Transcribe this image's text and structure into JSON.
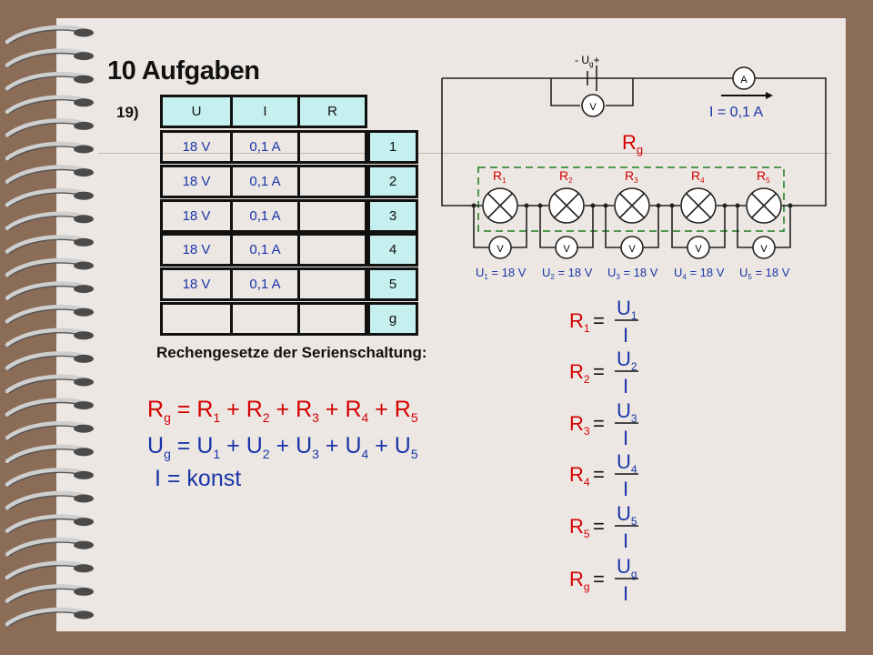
{
  "title": "10 Aufgaben",
  "task_number": "19)",
  "table": {
    "headers": [
      "U",
      "I",
      "R"
    ],
    "rows": [
      {
        "u": "18 V",
        "i": "0,1 A",
        "r": "",
        "n": "1"
      },
      {
        "u": "18 V",
        "i": "0,1 A",
        "r": "",
        "n": "2"
      },
      {
        "u": "18 V",
        "i": "0,1 A",
        "r": "",
        "n": "3"
      },
      {
        "u": "18 V",
        "i": "0,1 A",
        "r": "",
        "n": "4"
      },
      {
        "u": "18 V",
        "i": "0,1 A",
        "r": "",
        "n": "5"
      },
      {
        "u": "",
        "i": "",
        "r": "",
        "n": "g"
      }
    ]
  },
  "subtitle": "Rechengesetze der Serienschaltung:",
  "circuit": {
    "source_label": "U",
    "source_sub": "g",
    "minus": "-",
    "plus": "+",
    "ammeter": "A",
    "voltmeter": "V",
    "current": "I = 0,1 A",
    "rg": "R",
    "rg_sub": "g",
    "resistors": [
      {
        "name": "R",
        "sub": "1",
        "voltage": "U",
        "vsub": "1",
        "value": " = 18 V"
      },
      {
        "name": "R",
        "sub": "2",
        "voltage": "U",
        "vsub": "2",
        "value": " = 18 V"
      },
      {
        "name": "R",
        "sub": "3",
        "voltage": "U",
        "vsub": "3",
        "value": " = 18 V"
      },
      {
        "name": "R",
        "sub": "4",
        "voltage": "U",
        "vsub": "4",
        "value": " = 18 V"
      },
      {
        "name": "R",
        "sub": "5",
        "voltage": "U",
        "vsub": "5",
        "value": " = 18 V"
      }
    ]
  },
  "laws": {
    "rg": {
      "lhs": "R",
      "lhs_sub": "g",
      "eq": "=",
      "terms": [
        {
          "s": "R",
          "sub": "1"
        },
        {
          "s": "R",
          "sub": "2"
        },
        {
          "s": "R",
          "sub": "3"
        },
        {
          "s": "R",
          "sub": "4"
        },
        {
          "s": "R",
          "sub": "5"
        }
      ],
      "plus": "+"
    },
    "ug": {
      "lhs": "U",
      "lhs_sub": "g",
      "eq": "=",
      "terms": [
        {
          "s": "U",
          "sub": "1"
        },
        {
          "s": "U",
          "sub": "2"
        },
        {
          "s": "U",
          "sub": "3"
        },
        {
          "s": "U",
          "sub": "4"
        },
        {
          "s": "U",
          "sub": "5"
        }
      ],
      "plus": "+"
    },
    "i": {
      "text": "I = konst"
    }
  },
  "fractions": [
    {
      "lhs": "R",
      "lsub": "1",
      "num": "U",
      "nsub": "1",
      "den": "I",
      "eq": "="
    },
    {
      "lhs": "R",
      "lsub": "2",
      "num": "U",
      "nsub": "2",
      "den": "I",
      "eq": "="
    },
    {
      "lhs": "R",
      "lsub": "3",
      "num": "U",
      "nsub": "3",
      "den": "I",
      "eq": "="
    },
    {
      "lhs": "R",
      "lsub": "4",
      "num": "U",
      "nsub": "4",
      "den": "I",
      "eq": "="
    },
    {
      "lhs": "R",
      "lsub": "5",
      "num": "U",
      "nsub": "5",
      "den": "I",
      "eq": "="
    },
    {
      "lhs": "R",
      "lsub": "g",
      "num": "U",
      "nsub": "g",
      "den": "I",
      "eq": "="
    }
  ],
  "colors": {
    "red": "#d40000",
    "blue": "#1a35a8",
    "cyan": "#c6efef",
    "green": "#3c8c3c"
  }
}
